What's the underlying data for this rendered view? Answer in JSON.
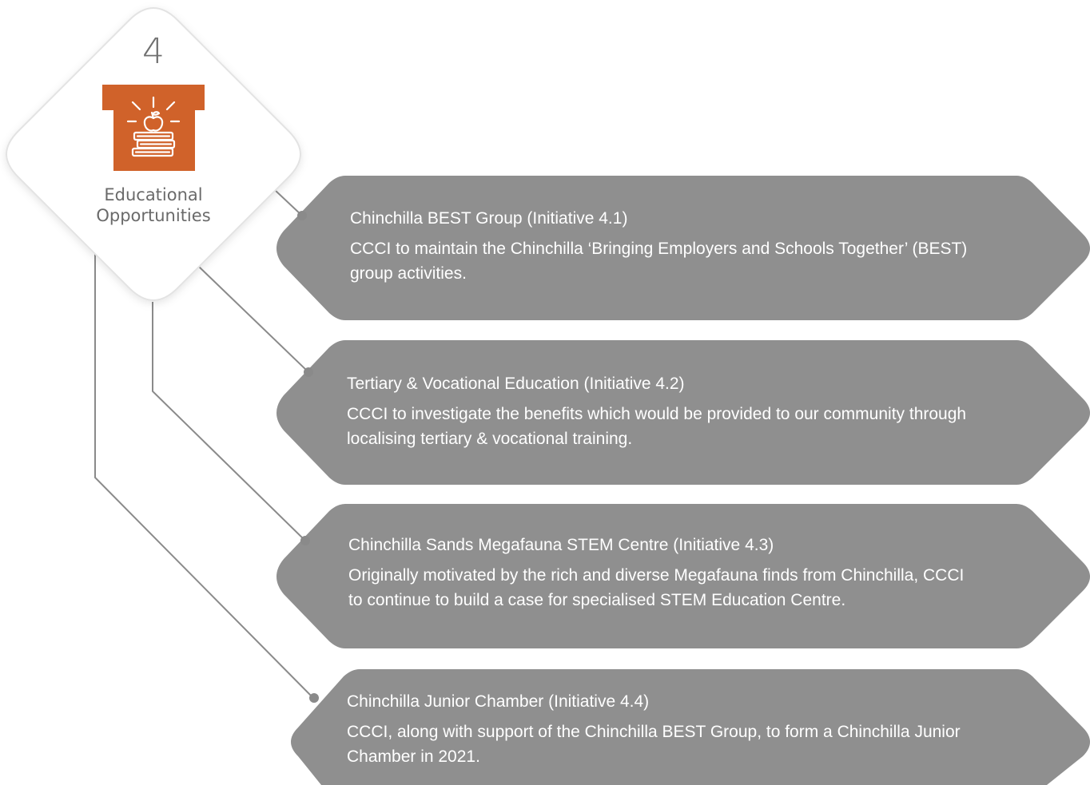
{
  "pillar": {
    "number": "4",
    "title_line1": "Educational",
    "title_line2": "Opportunities",
    "icon": "apple-on-books-icon",
    "accent_color": "#d0622a"
  },
  "colors": {
    "hexagon_fill": "#8f8f8f",
    "diamond_border": "#e3e3e3",
    "connector": "#8a8a8a"
  },
  "initiatives": [
    {
      "title": "Chinchilla BEST Group (Initiative 4.1)",
      "description": "CCCI to maintain the Chinchilla ‘Bringing Employers and Schools Together’ (BEST) group activities."
    },
    {
      "title": "Tertiary & Vocational Education (Initiative 4.2)",
      "description": "CCCI to investigate the benefits which would be provided to our community through localising tertiary & vocational training."
    },
    {
      "title": "Chinchilla Sands Megafauna STEM Centre (Initiative 4.3)",
      "description": "Originally motivated by the rich and diverse Megafauna finds from Chinchilla, CCCI to continue to build a case for specialised STEM Education Centre."
    },
    {
      "title": "Chinchilla Junior Chamber (Initiative 4.4)",
      "description": "CCCI, along with support of the Chinchilla BEST Group, to form a Chinchilla Junior Chamber in 2021."
    }
  ]
}
